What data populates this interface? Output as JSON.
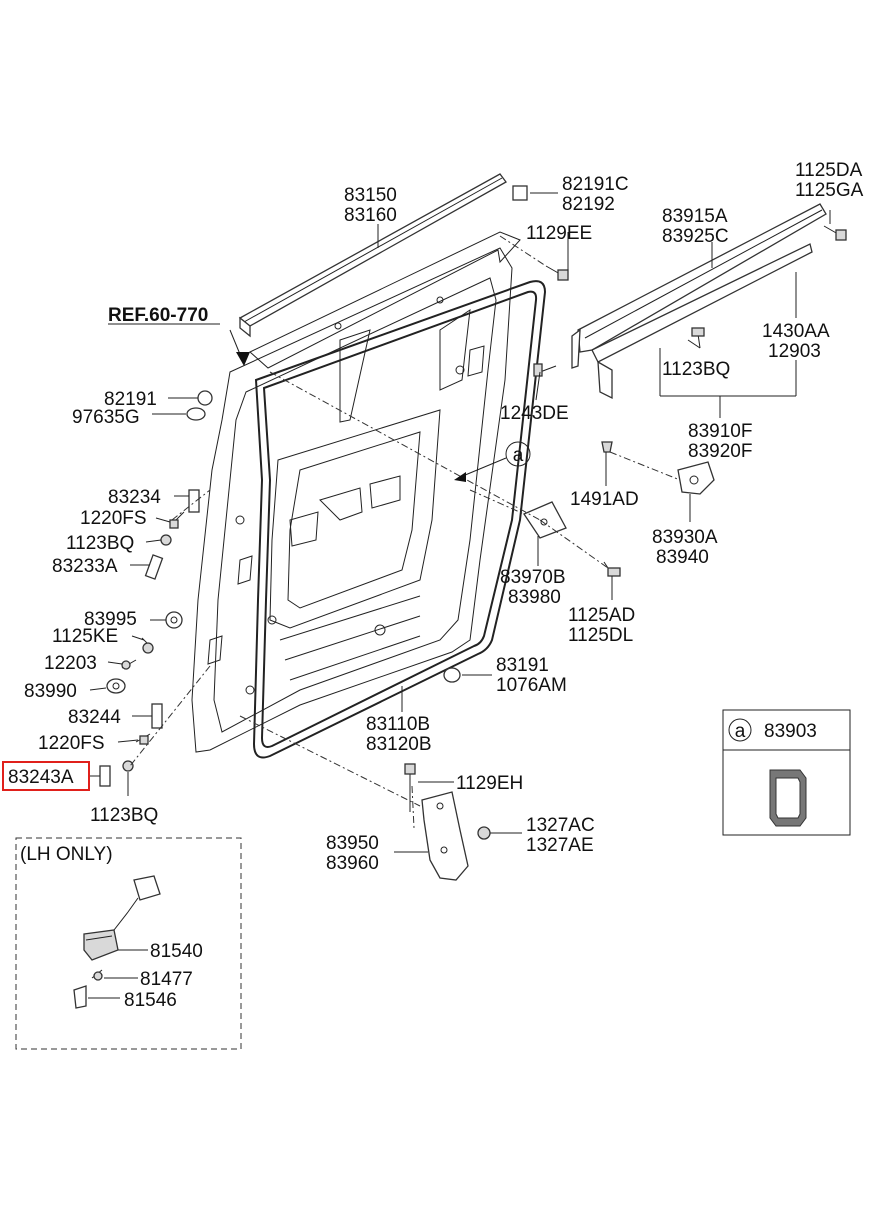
{
  "reference": "REF.60-770",
  "callout_letter": "a",
  "highlight_color": "#e0201b",
  "labels": {
    "p83150": "83150",
    "p83160": "83160",
    "p82191C": "82191C",
    "p82192": "82192",
    "p1129EE": "1129EE",
    "p1125DA": "1125DA",
    "p1125GA": "1125GA",
    "p83915A": "83915A",
    "p83925C": "83925C",
    "p1430AA": "1430AA",
    "p12903": "12903",
    "p1123BQ_r": "1123BQ",
    "p82191": "82191",
    "p97635G": "97635G",
    "p1243DE": "1243DE",
    "p83910F": "83910F",
    "p83920F": "83920F",
    "p83234": "83234",
    "p1220FS_a": "1220FS",
    "p1491AD": "1491AD",
    "p1123BQ_a": "1123BQ",
    "p83233A": "83233A",
    "p83930A": "83930A",
    "p83940": "83940",
    "p83970B": "83970B",
    "p83980": "83980",
    "p83995": "83995",
    "p1125KE": "1125KE",
    "p1125AD": "1125AD",
    "p1125DL": "1125DL",
    "p12203": "12203",
    "p83191": "83191",
    "p1076AM": "1076AM",
    "p83990": "83990",
    "p83244": "83244",
    "p83110B": "83110B",
    "p83120B": "83120B",
    "p1220FS_b": "1220FS",
    "p83243A": "83243A",
    "p1123BQ_b": "1123BQ",
    "p1129EH": "1129EH",
    "p1327AC": "1327AC",
    "p1327AE": "1327AE",
    "p83950": "83950",
    "p83960": "83960",
    "p83903": "83903",
    "lh_only": "(LH ONLY)",
    "p81540": "81540",
    "p81477": "81477",
    "p81546": "81546"
  }
}
